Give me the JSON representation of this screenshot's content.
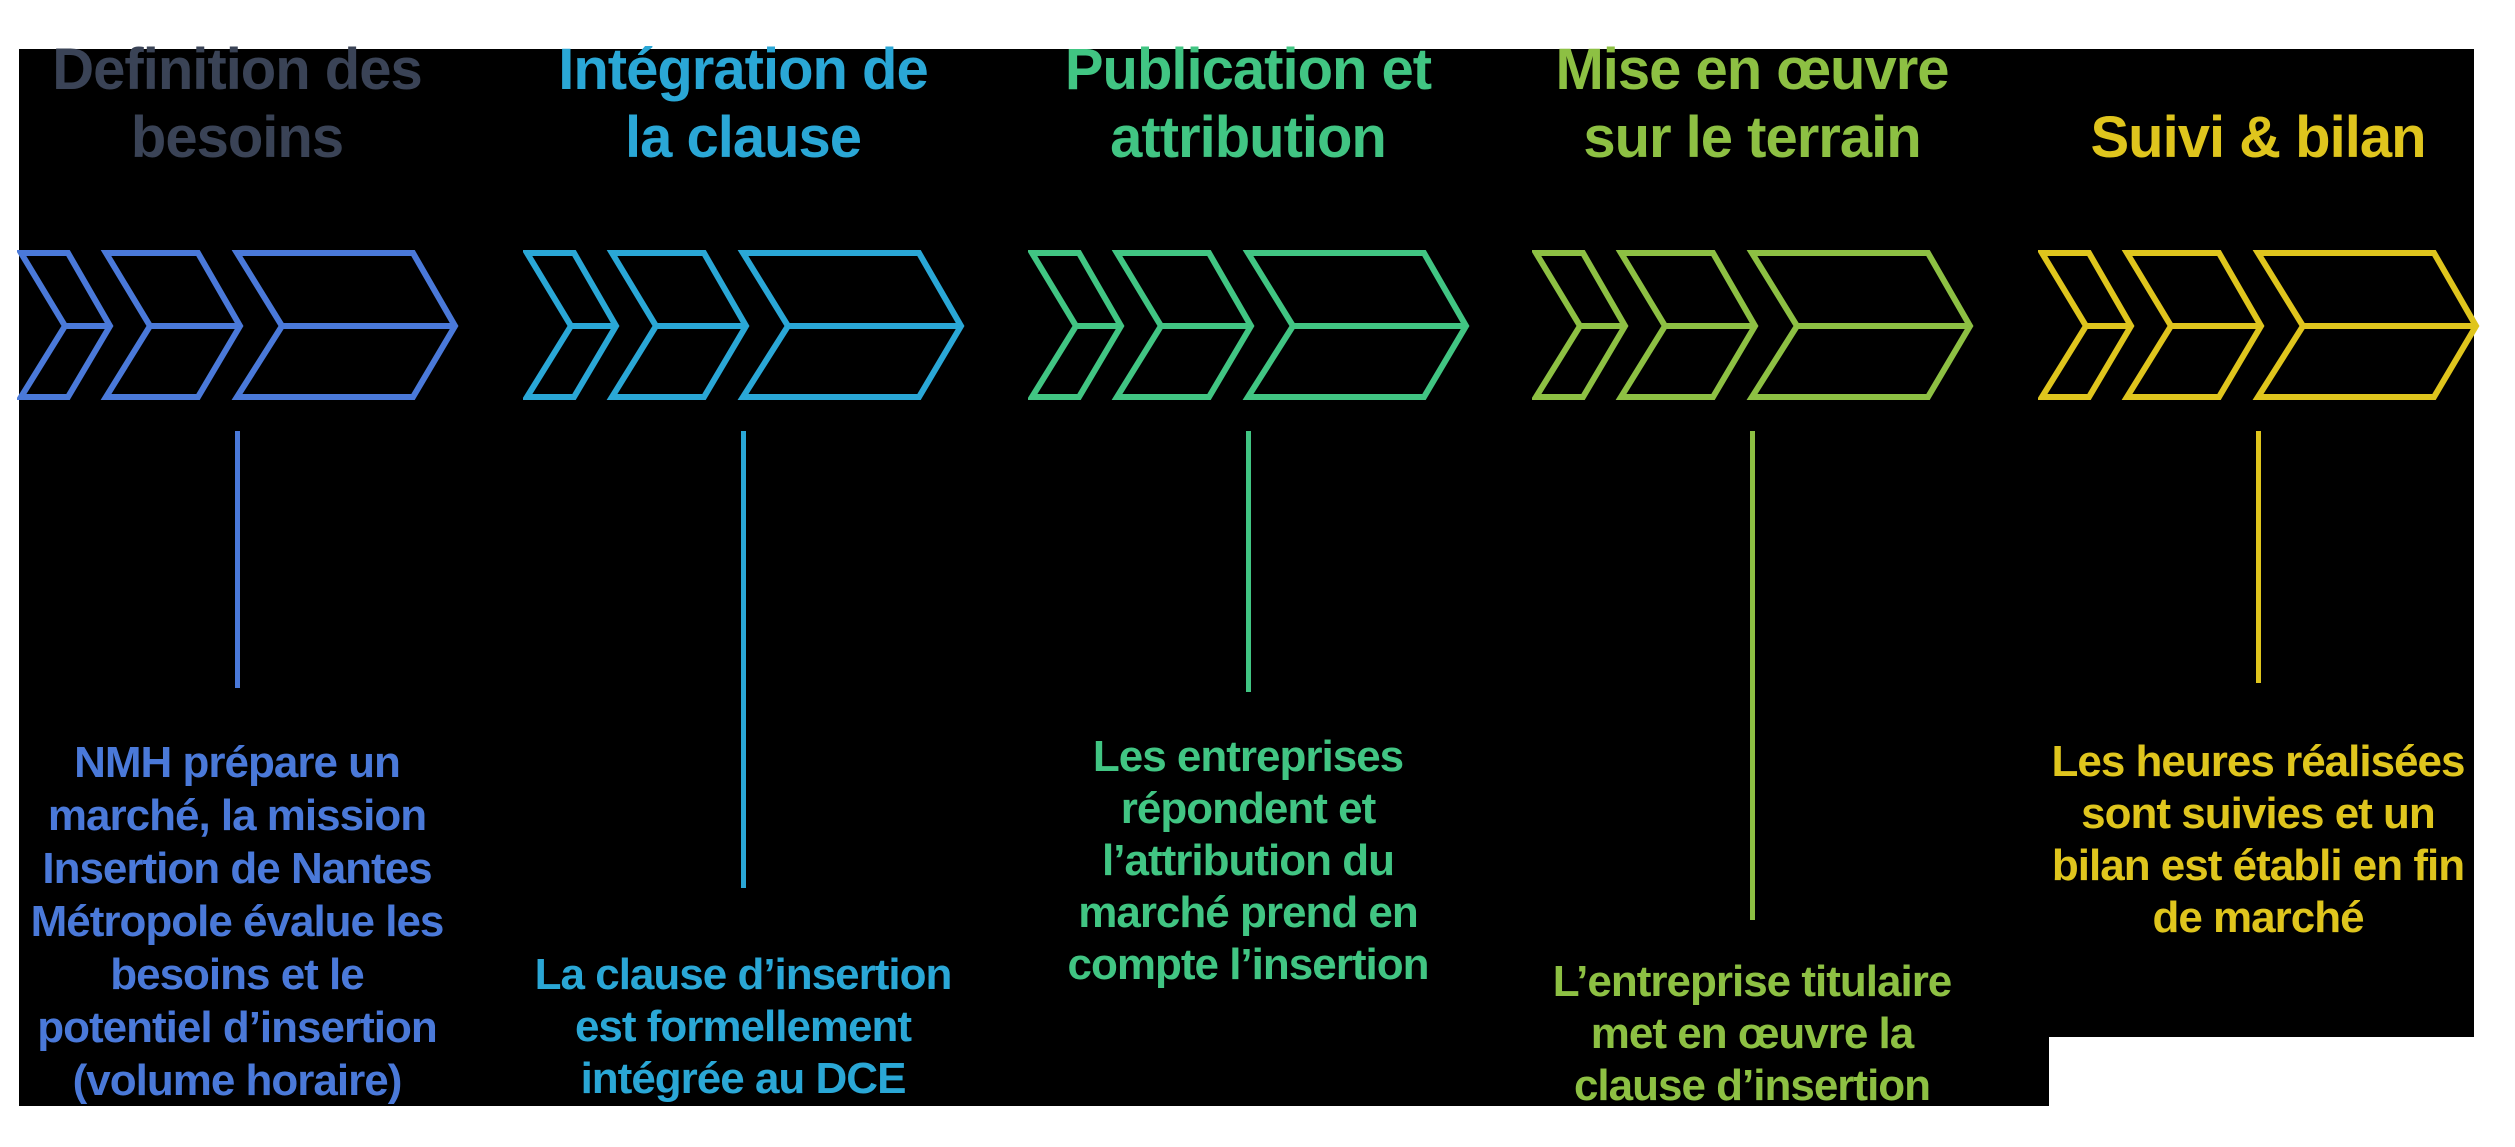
{
  "figure": {
    "page_background": "#ffffff",
    "panel_background": "#000000",
    "steps": [
      {
        "title": "Definition des\nbesoins",
        "title_color": "#3a4356",
        "color": "#4a79d9",
        "description": "NMH prépare un\nmarché, la mission\nInsertion de Nantes\nMétropole évalue les\nbesoins et le\npotentiel d’insertion\n(volume horaire)"
      },
      {
        "title": "Intégration de\nla clause",
        "title_color": "#2aa7d6",
        "color": "#2aa7d6",
        "description": "La clause d’insertion\nest formellement\nintégrée au DCE"
      },
      {
        "title": "Publication et\nattribution",
        "title_color": "#41c583",
        "color": "#41c583",
        "description": "Les entreprises\nrépondent et\nl’attribution du\nmarché prend en\ncompte l’insertion"
      },
      {
        "title": "Mise en œuvre\nsur le terrain",
        "title_color": "#8dc043",
        "color": "#8dc043",
        "description": "L’entreprise titulaire\nmet en œuvre la\nclause d’insertion"
      },
      {
        "title": "Suivi & bilan",
        "title_color": "#dfc51d",
        "color": "#dfc51d",
        "description": "Les heures réalisées\nsont suivies et un\nbilan est établi en fin\nde marché"
      }
    ]
  }
}
